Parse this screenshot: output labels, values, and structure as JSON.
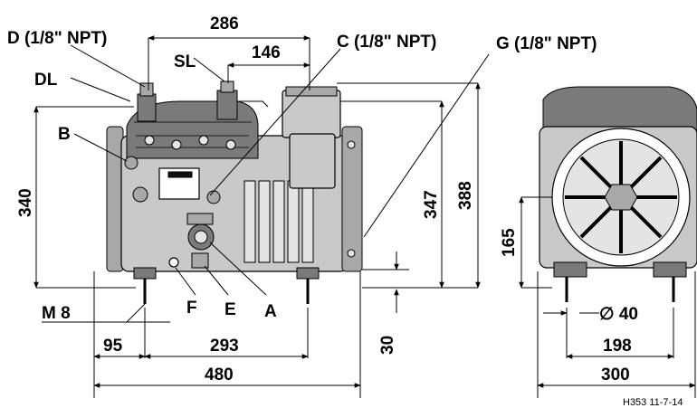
{
  "labels": {
    "d": "D (1/8\" NPT)",
    "c": "C (1/8\" NPT)",
    "g": "G (1/8\" NPT)",
    "sl": "SL",
    "dl": "DL",
    "b": "B",
    "f": "F",
    "e": "E",
    "a": "A",
    "m8": "M 8",
    "diam40": "∅ 40"
  },
  "dimensions": {
    "d286": "286",
    "d146": "146",
    "d340": "340",
    "d347": "347",
    "d388": "388",
    "d165": "165",
    "d30": "30",
    "d95": "95",
    "d293": "293",
    "d480": "480",
    "d198": "198",
    "d300": "300"
  },
  "drawing_ref": "H353 11-7-14"
}
